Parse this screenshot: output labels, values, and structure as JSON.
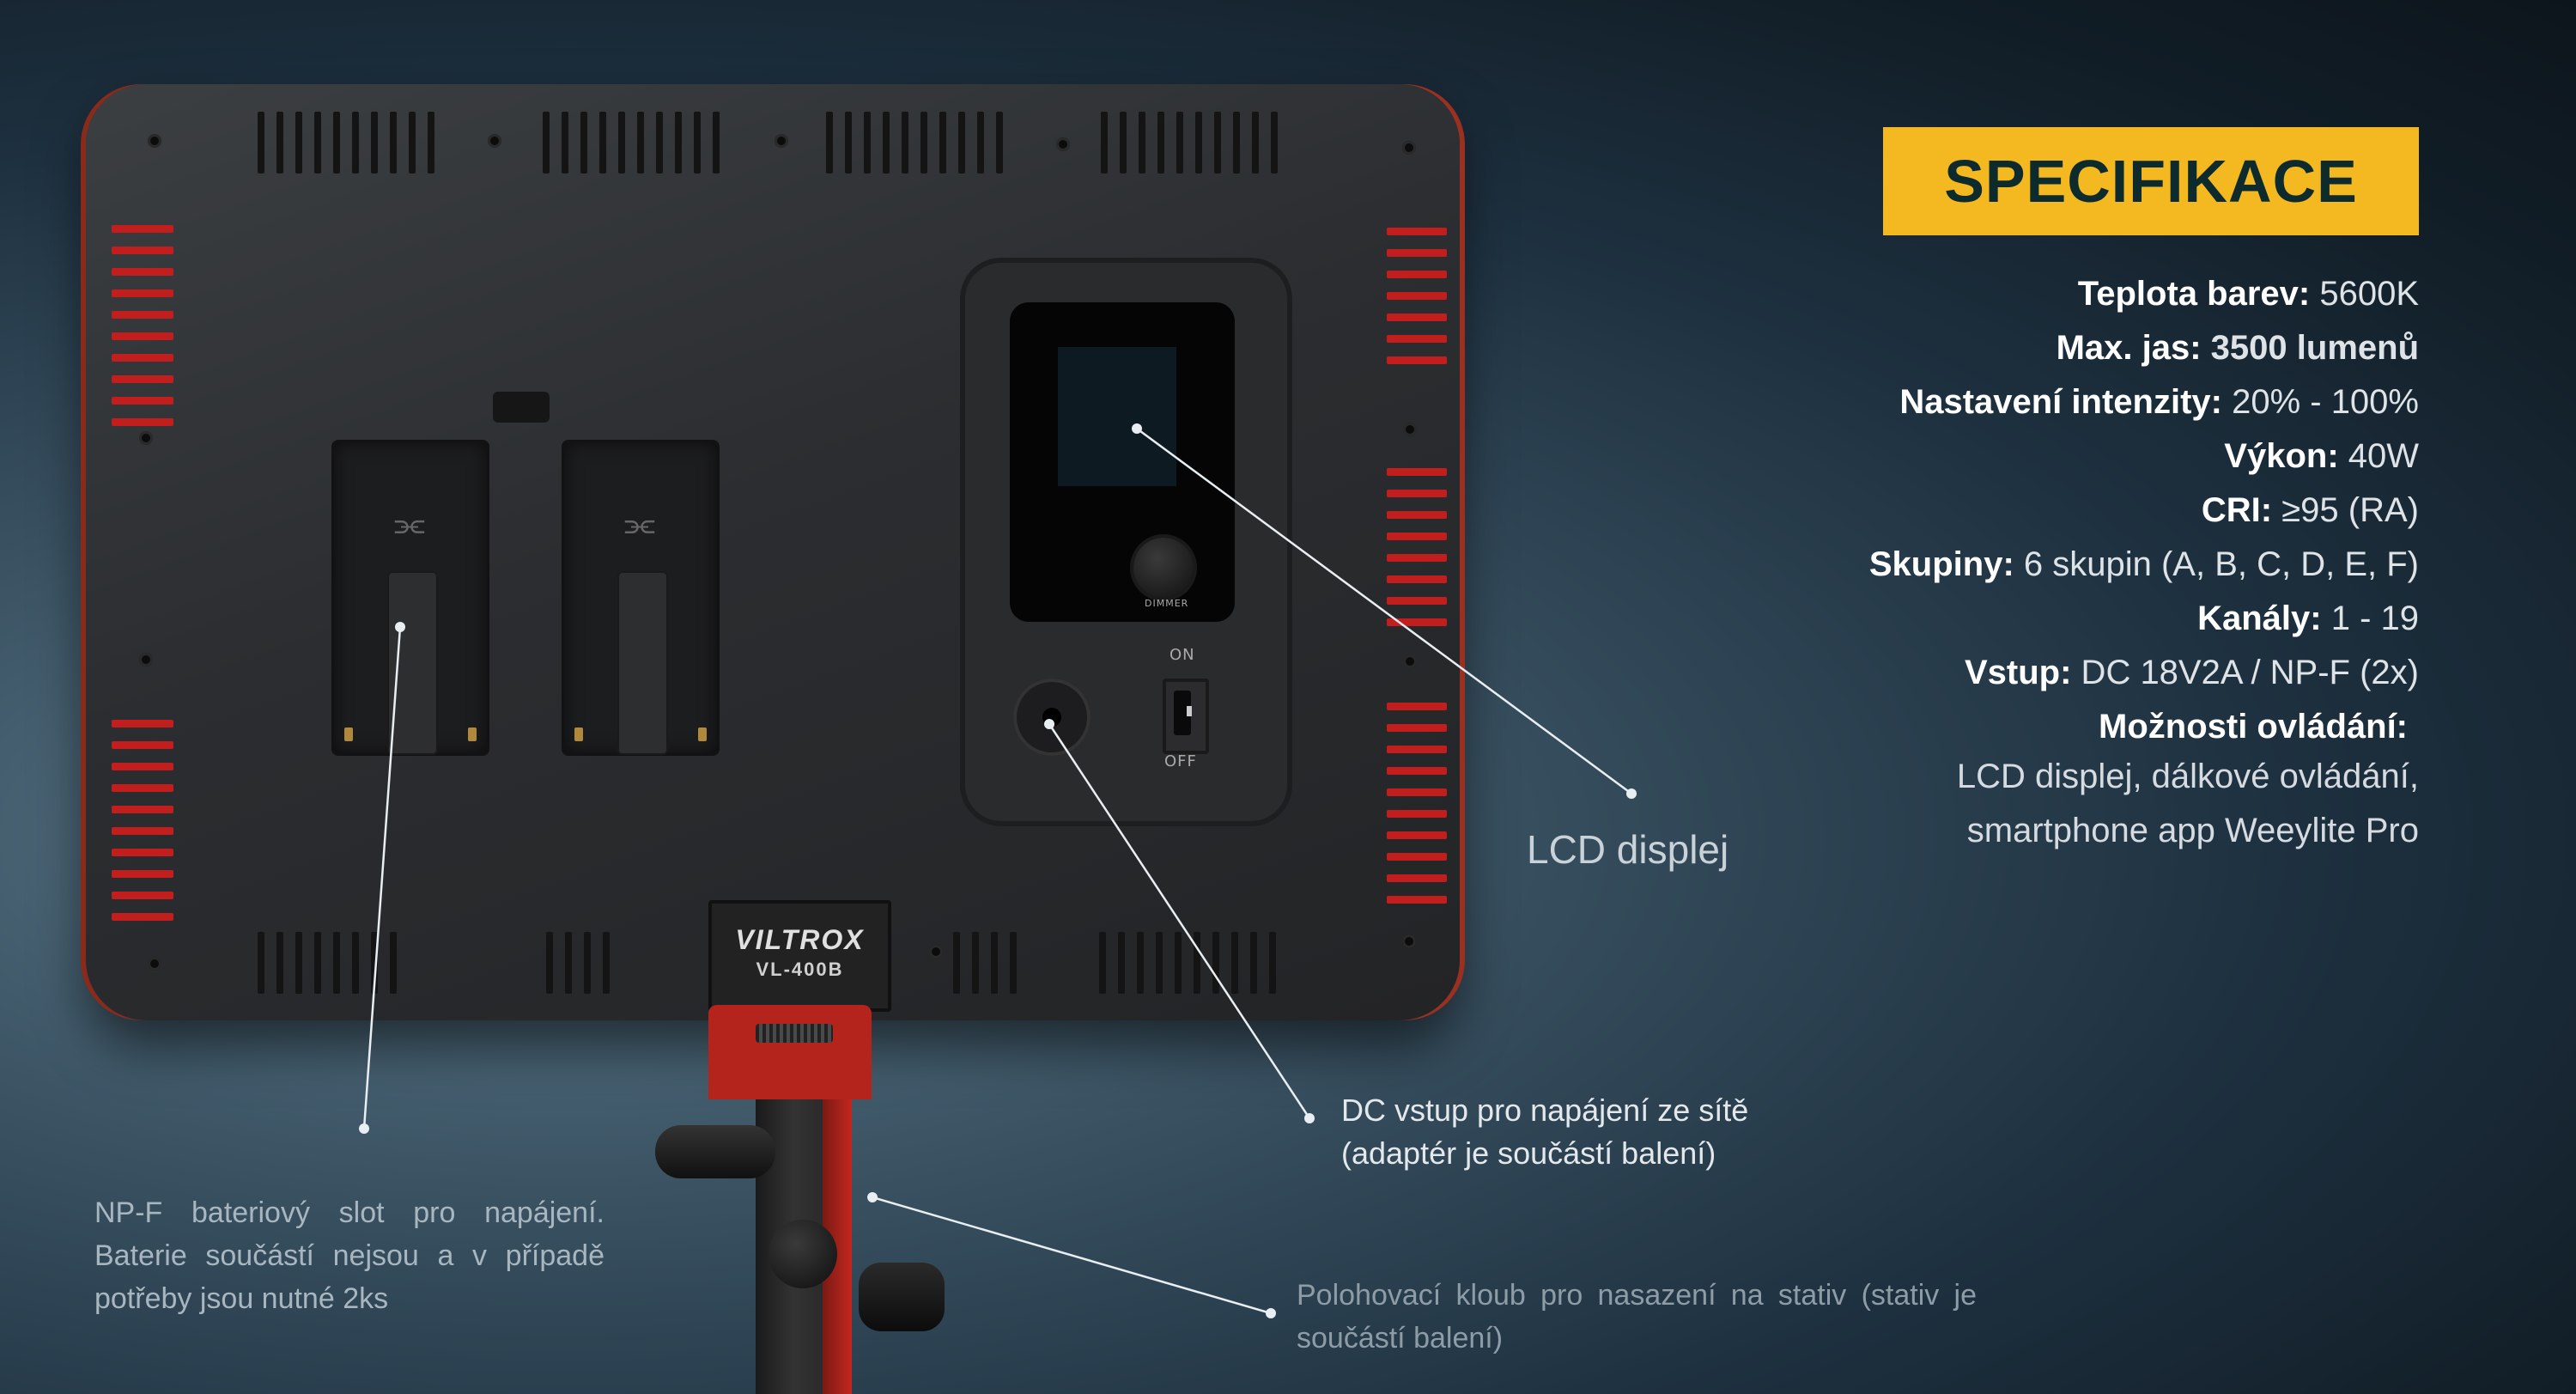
{
  "spec": {
    "title": "SPECIFIKACE",
    "rows": [
      {
        "label": "Teplota barev:",
        "value": " 5600K"
      },
      {
        "label": "Max. jas:",
        "value": " 3500 lumenů"
      },
      {
        "label": "Nastavení intenzity:",
        "value": " 20% - 100%"
      },
      {
        "label": "Výkon:",
        "value": " 40W"
      },
      {
        "label": "CRI:",
        "value": " ≥95 (RA)"
      },
      {
        "label": "Skupiny:",
        "value": " 6 skupin (A, B, C, D, E, F)"
      },
      {
        "label": "Kanály:",
        "value": " 1 - 19"
      },
      {
        "label": "Vstup:",
        "value": " DC 18V2A / NP-F (2x)"
      },
      {
        "label": "Možnosti ovládání:",
        "value": ""
      }
    ],
    "control_lines": [
      "LCD displej, dálkové ovládání,",
      "smartphone app Weeylite Pro"
    ]
  },
  "callouts": {
    "lcd": "LCD displej",
    "dc_line1": "DC vstup pro napájení ze sítě",
    "dc_line2": "(adaptér je součástí balení)",
    "battery": "NP-F bateriový slot pro napájení. Baterie součástí nejsou a v případě potřeby jsou nutné 2ks",
    "mount": "Polohovací kloub pro nasazení na stativ (stativ je součástí balení)"
  },
  "device": {
    "brand": "VILTROX",
    "model": "VL-400B",
    "dimmer_label": "DIMMER",
    "switch_on": "ON",
    "switch_off": "OFF"
  },
  "colors": {
    "accent": "#f4b921",
    "title_text": "#0d2a2c",
    "vent_red": "#c21e1e"
  }
}
